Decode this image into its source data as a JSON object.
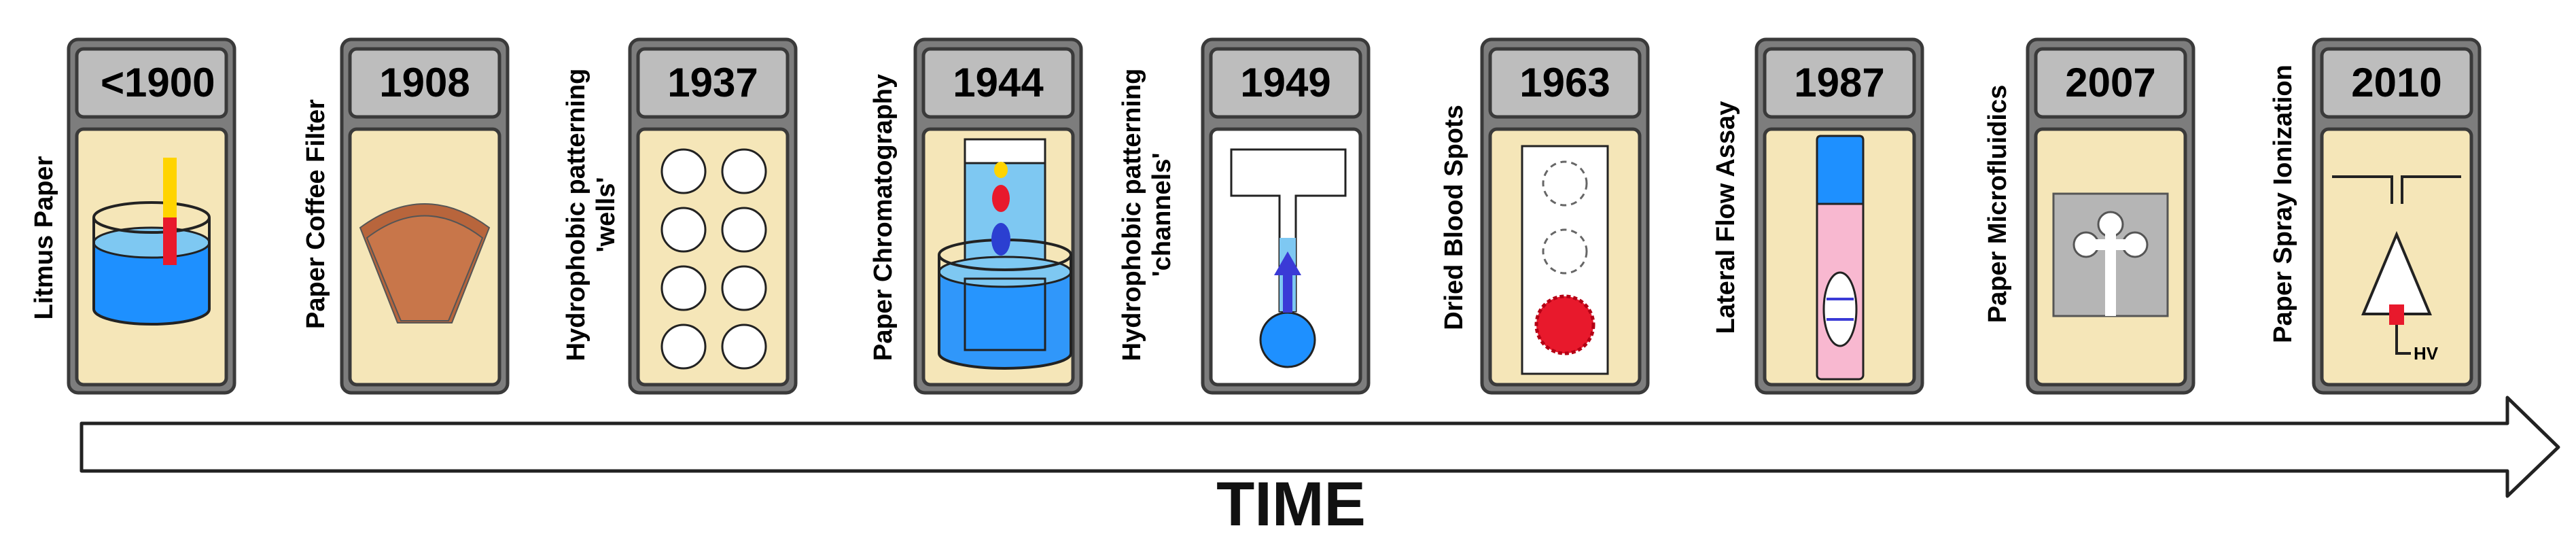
{
  "axis_label": "TIME",
  "hv_label": "HV",
  "milestones": [
    {
      "year": "<1900",
      "label": "Litmus Paper"
    },
    {
      "year": "1908",
      "label": "Paper Coffee Filter"
    },
    {
      "year": "1937",
      "label": "Hydrophobic patterning 'wells'"
    },
    {
      "year": "1944",
      "label": "Paper Chromatography"
    },
    {
      "year": "1949",
      "label": "Hydrophobic patterning 'channels'"
    },
    {
      "year": "1963",
      "label": "Dried Blood Spots"
    },
    {
      "year": "1987",
      "label": "Lateral Flow Assay"
    },
    {
      "year": "2007",
      "label": "Paper Microfluidics"
    },
    {
      "year": "2010",
      "label": "Paper Spray Ionization"
    }
  ],
  "colors": {
    "card_outer": "#7d7d7d",
    "card_border": "#3a3a3a",
    "year_box": "#bdbdbd",
    "panel_cream": "#f5e6b8",
    "water_blue": "#1e90ff",
    "light_blue": "#7ec8f2",
    "red": "#e8192c",
    "yellow": "#ffd400",
    "filter_brown": "#c8764a",
    "pink": "#f8b8d0",
    "gray_panel": "#b5b5b5"
  }
}
